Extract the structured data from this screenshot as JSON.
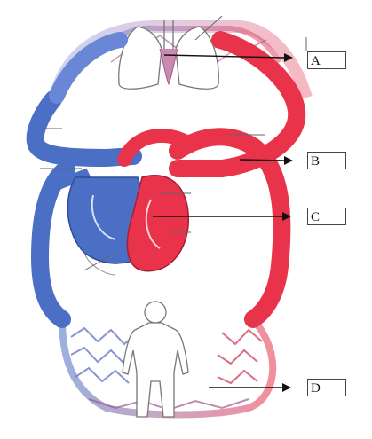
{
  "diagram": {
    "labels": [
      {
        "id": "A",
        "text": "A"
      },
      {
        "id": "B",
        "text": "B"
      },
      {
        "id": "C",
        "text": "C"
      },
      {
        "id": "D",
        "text": "D"
      }
    ],
    "colors": {
      "oxygenated": "#e8334a",
      "deoxygenated": "#4a6fc4",
      "capillary_mix": "#a25a8c",
      "outline": "#555555",
      "pointer": "#111111"
    },
    "icons": [
      "lungs",
      "heart",
      "human-body",
      "arrow-pointer"
    ]
  }
}
